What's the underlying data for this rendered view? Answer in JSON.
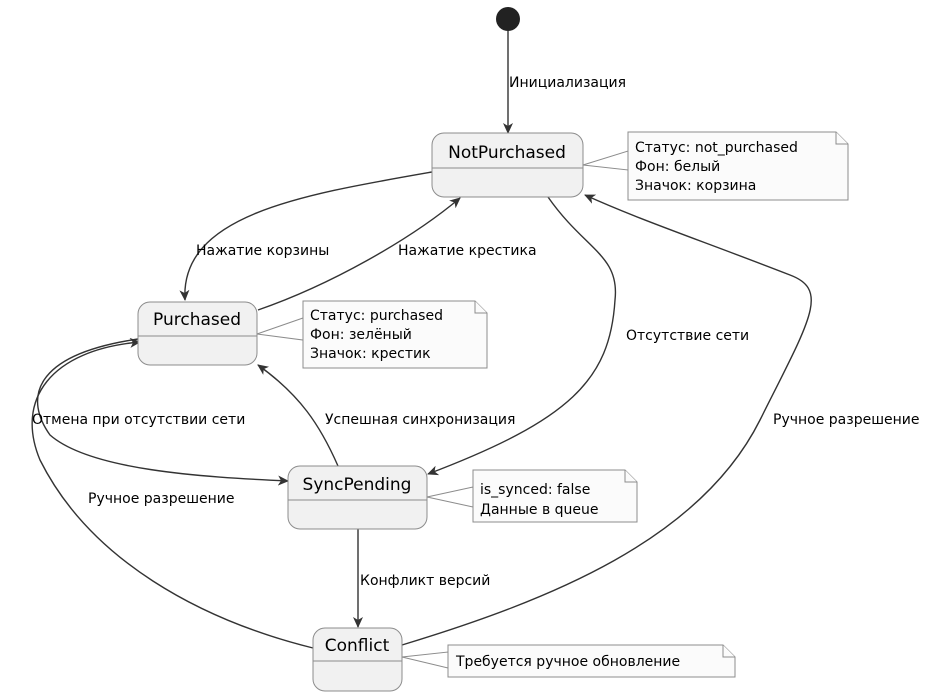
{
  "states": {
    "not_purchased": "NotPurchased",
    "purchased": "Purchased",
    "sync_pending": "SyncPending",
    "conflict": "Conflict"
  },
  "transitions": {
    "init": "Инициализация",
    "cart_press": "Нажатие корзины",
    "cross_press": "Нажатие крестика",
    "no_network": "Отсутствие сети",
    "cancel_offline": "Отмена при отсутствии сети",
    "sync_success": "Успешная синхронизация",
    "version_conflict": "Конфликт версий",
    "manual_resolve_left": "Ручное разрешение",
    "manual_resolve_right": "Ручное разрешение"
  },
  "notes": {
    "not_purchased": [
      "Статус: not_purchased",
      "Фон: белый",
      "Значок: корзина"
    ],
    "purchased": [
      "Статус: purchased",
      "Фон: зелёный",
      "Значок: крестик"
    ],
    "sync_pending": [
      "is_synced: false",
      "Данные в queue"
    ],
    "conflict": [
      "Требуется ручное обновление"
    ]
  }
}
